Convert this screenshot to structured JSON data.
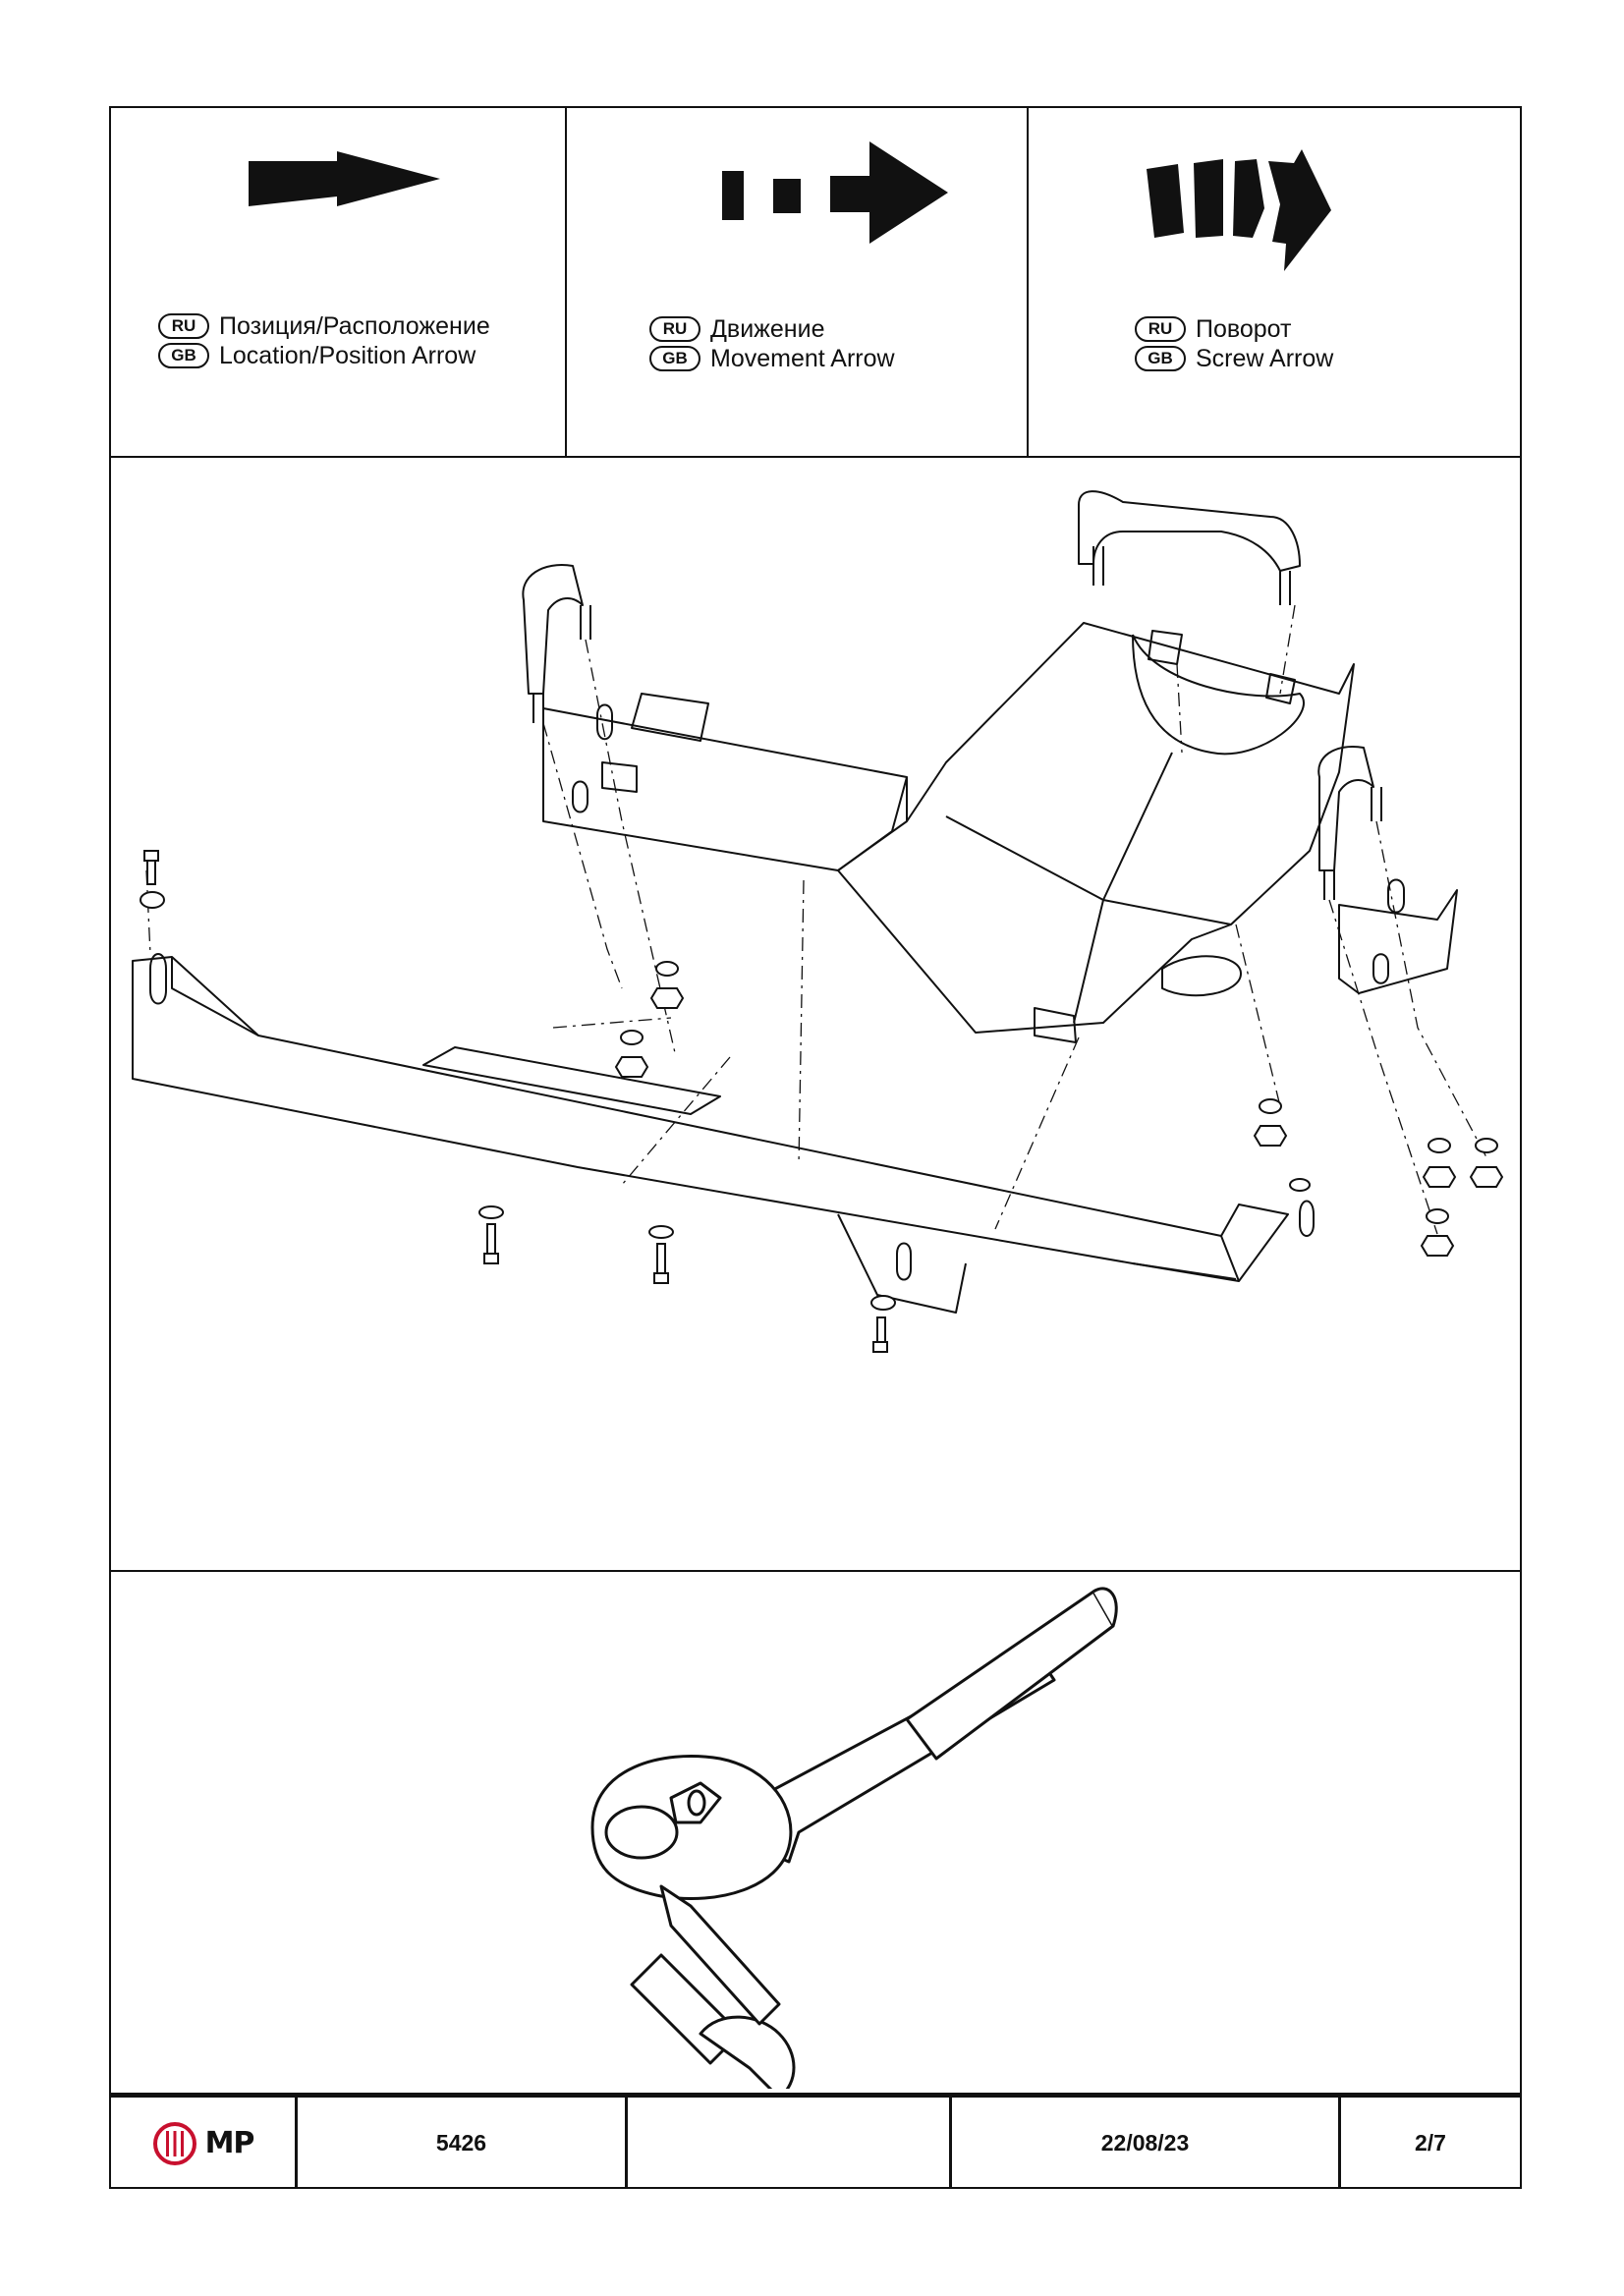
{
  "legend": [
    {
      "ru_code": "RU",
      "gb_code": "GB",
      "ru_text": "Позиция/Расположение",
      "gb_text": "Location/Position Arrow",
      "icon": "location-arrow-icon"
    },
    {
      "ru_code": "RU",
      "gb_code": "GB",
      "ru_text": "Движение",
      "gb_text": "Movement Arrow",
      "icon": "movement-arrow-icon"
    },
    {
      "ru_code": "RU",
      "gb_code": "GB",
      "ru_text": "Поворот",
      "gb_text": "Screw Arrow",
      "icon": "screw-arrow-icon"
    }
  ],
  "diagram": {
    "icon": "skid-plate-exploded-assembly"
  },
  "tool": {
    "icon": "ratchet-wrench-icon"
  },
  "footer": {
    "logo_text": "MP",
    "logo_color": "#c8102e",
    "part_number": "5426",
    "blank": "",
    "date": "22/08/23",
    "page": "2/7"
  }
}
